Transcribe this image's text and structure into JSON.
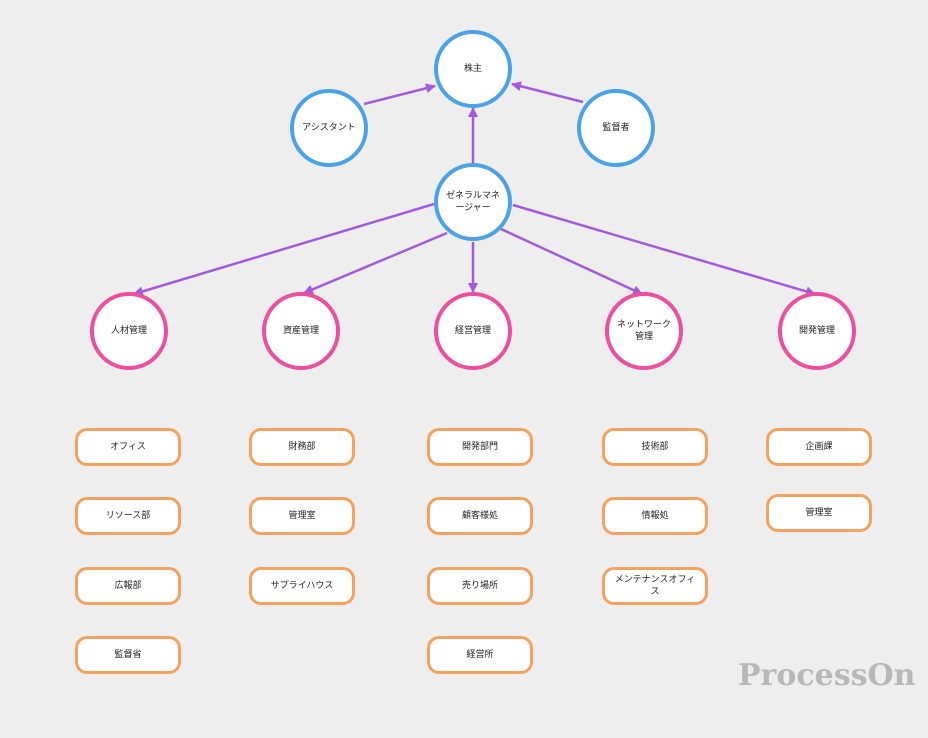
{
  "diagram": {
    "top": {
      "shareholders": "株主",
      "assistant": "アシスタント",
      "auditor": "監督者"
    },
    "general_manager": "ゼネラルマネージャー",
    "departments": [
      {
        "name": "人材管理",
        "items": [
          "オフィス",
          "リソース部",
          "広報部",
          "監督省"
        ]
      },
      {
        "name": "資産管理",
        "items": [
          "財務部",
          "管理室",
          "サプライハウス"
        ]
      },
      {
        "name": "経営管理",
        "items": [
          "開発部門",
          "顧客様処",
          "売り場所",
          "経営所"
        ]
      },
      {
        "name": "ネットワーク管理",
        "items": [
          "技術部",
          "情報処",
          "メンテナンスオフィス"
        ]
      },
      {
        "name": "開発管理",
        "items": [
          "企画課",
          "管理室"
        ]
      }
    ],
    "colors": {
      "blue": "#4aa3e8",
      "pink": "#ec4f9e",
      "orange": "#f4a25e",
      "arrow": "#a35ae0"
    }
  },
  "brand": "ProcessOn"
}
